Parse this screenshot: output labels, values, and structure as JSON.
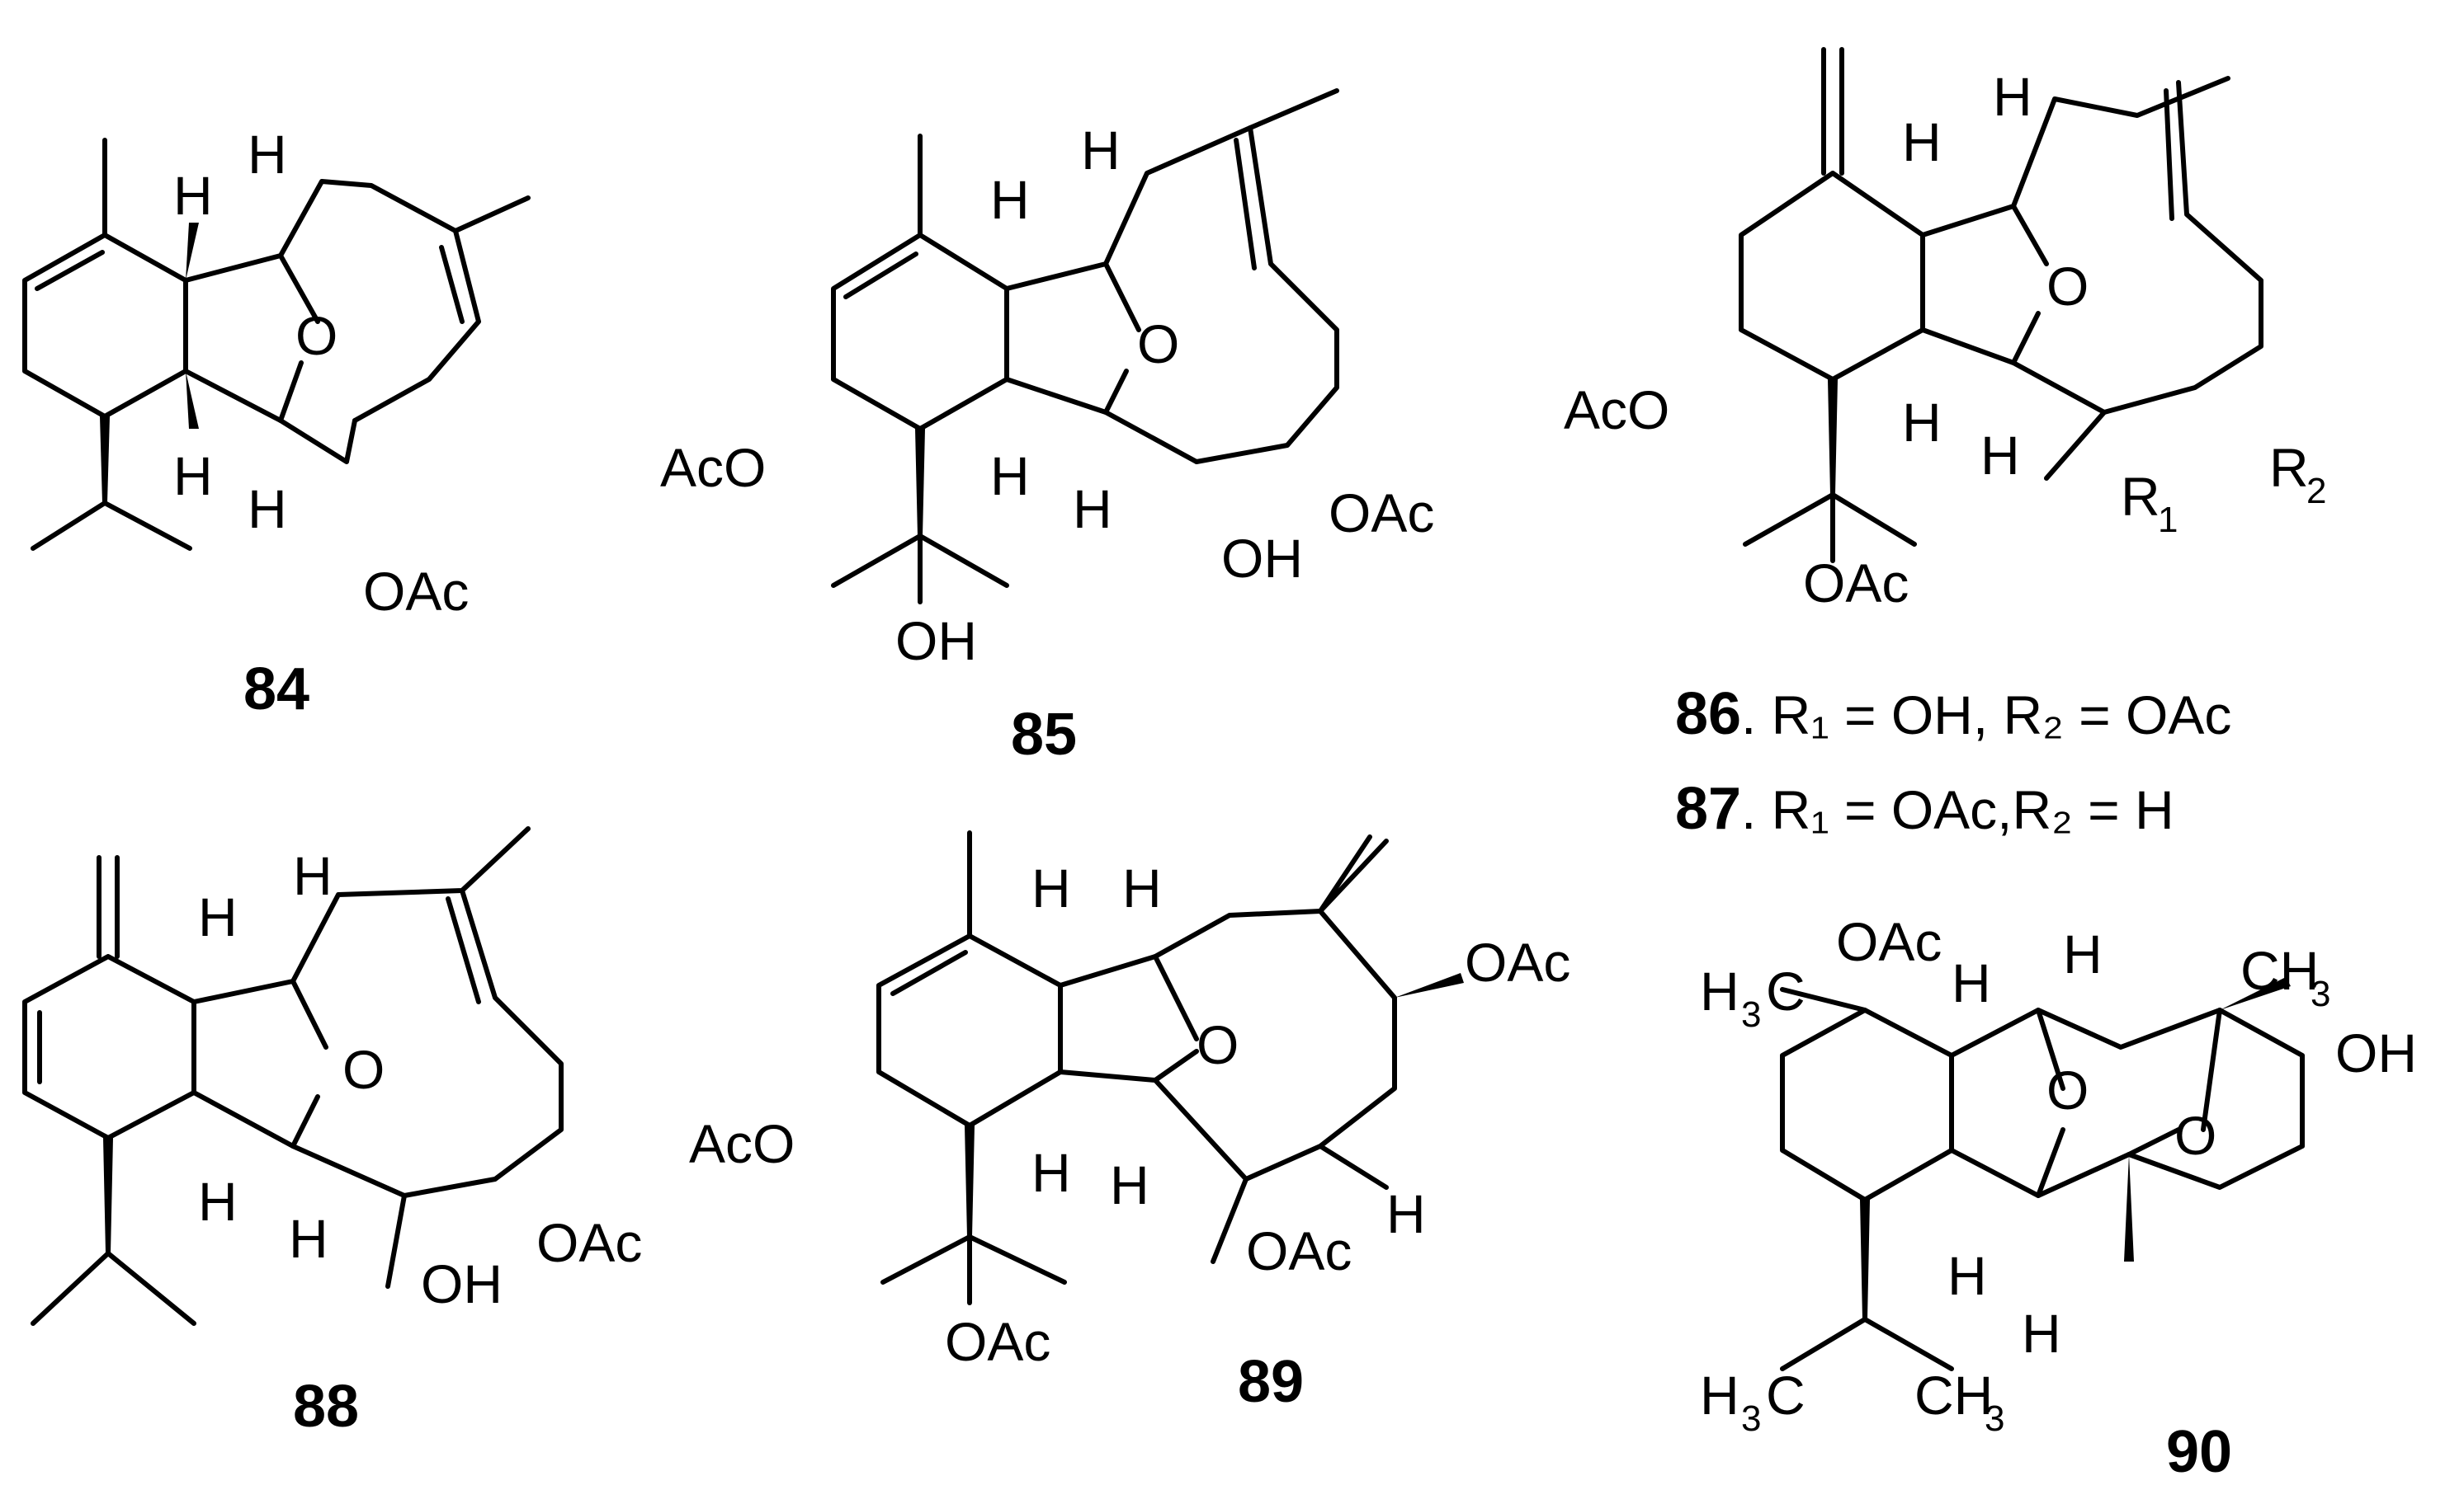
{
  "compounds": [
    {
      "id": "84"
    },
    {
      "id": "85"
    },
    {
      "id": "86",
      "caption": ". R₁ = OH, R₂ = OAc"
    },
    {
      "id": "87",
      "caption": ". R₁ = OAc,R₂ = H"
    },
    {
      "id": "88"
    },
    {
      "id": "89"
    },
    {
      "id": "90"
    }
  ],
  "labels": {
    "h": "H",
    "o": "O",
    "oac": "OAc",
    "aco": "AcO",
    "oh": "OH",
    "r": "R",
    "one": "1",
    "two": "2",
    "h3c_1": "H",
    "h3c_2": "C",
    "ch3_1": "CH",
    "three": "3"
  }
}
